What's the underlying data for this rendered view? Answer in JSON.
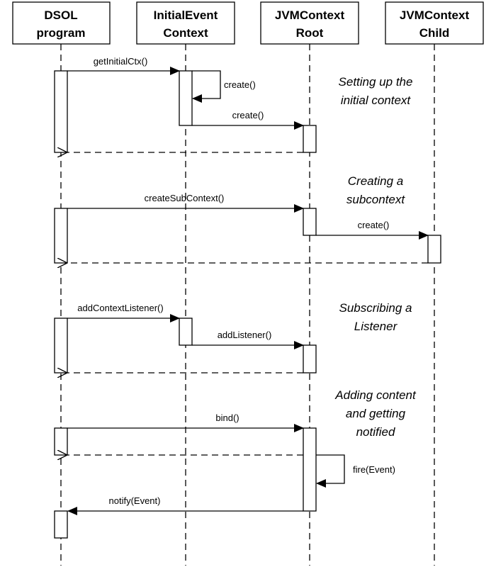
{
  "lifelines": [
    {
      "line1": "DSOL",
      "line2": "program"
    },
    {
      "line1": "InitialEvent",
      "line2": "Context"
    },
    {
      "line1": "JVMContext",
      "line2": "Root"
    },
    {
      "line1": "JVMContext",
      "line2": "Child"
    }
  ],
  "messages": {
    "getInitialCtx": "getInitialCtx()",
    "create_self": "create()",
    "create_root": "create()",
    "createSubContext": "createSubContext()",
    "create_child": "create()",
    "addContextListener": "addContextListener()",
    "addListener": "addListener()",
    "bind": "bind()",
    "fire": "fire(Event)",
    "notify": "notify(Event)"
  },
  "notes": {
    "setup": [
      "Setting up the",
      "initial context"
    ],
    "subcontext": [
      "Creating a",
      "subcontext"
    ],
    "subscribe": [
      "Subscribing a",
      "Listener"
    ],
    "content": [
      "Adding content",
      "and getting",
      "notified"
    ]
  }
}
